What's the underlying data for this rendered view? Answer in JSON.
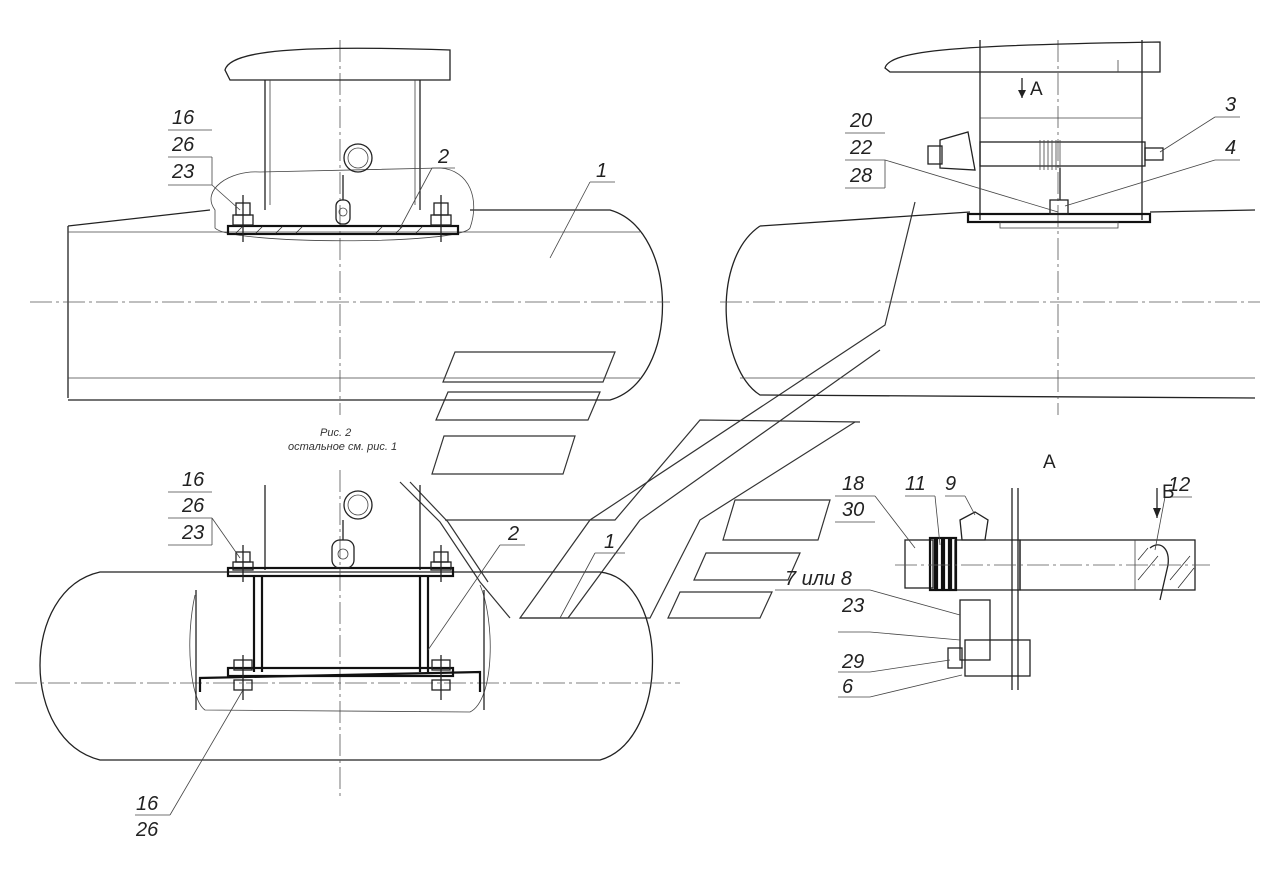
{
  "caption": {
    "line1": "Рис. 2",
    "line2": "остальное см. рис. 1"
  },
  "view_a_marker": "А",
  "view_a_title": "А",
  "view_b_marker": "Б",
  "labels": {
    "top_left": {
      "l16": "16",
      "l26": "26",
      "l23": "23",
      "l2": "2",
      "l1": "1"
    },
    "top_right": {
      "l20": "20",
      "l22": "22",
      "l28": "28",
      "l3": "3",
      "l4": "4"
    },
    "bottom_left": {
      "l16": "16",
      "l26": "26",
      "l23": "23",
      "l2": "2",
      "l1": "1",
      "l16b": "16",
      "l26b": "26"
    },
    "detail_a": {
      "l18": "18",
      "l30": "30",
      "l11": "11",
      "l9": "9",
      "l12": "12",
      "l78": "7 или 8",
      "l23": "23",
      "l29": "29",
      "l6": "6"
    }
  }
}
